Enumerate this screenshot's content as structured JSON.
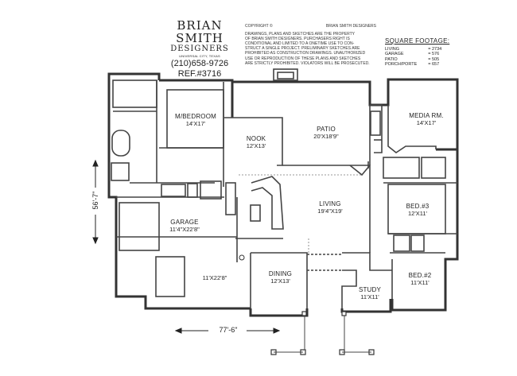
{
  "brand": {
    "name": "BRIAN SMITH",
    "sub": "DESIGNERS",
    "location": "UNIVERSAL CITY, TEXAS",
    "phone": "(210)658-9726",
    "ref": "REF.#3716"
  },
  "copyright": {
    "label": "COPYRIGHT ©",
    "holder": "BRIAN SMITH DESIGNERS",
    "lines": [
      "DRAWINGS, PLANS AND SKETCHES ARE THE PROPERTY",
      "OF BRIAN SMITH DESIGNERS. PURCHASERS RIGHT IS",
      "CONDITIONAL AND LIMITED TO A ONETIME USE TO CON-",
      "STRUCT A SINGLE PROJECT. PRELIMINARY SKETCHES ARE",
      "PROHIBITED AS CONSTRUCTION DRAWINGS. UNAUTHORIZED",
      "USE OR REPRODUCTION OF THESE PLANS AND SKETCHES",
      "ARE STRICTLY PROHIBITED. VIOLATORS WILL BE PROSECUTED."
    ]
  },
  "square_footage": {
    "title": "SQUARE FOOTAGE:",
    "rows": [
      {
        "label": "LIVING",
        "value": "= 2734"
      },
      {
        "label": "GARAGE",
        "value": "= 576"
      },
      {
        "label": "PATIO",
        "value": "= 505"
      },
      {
        "label": "PORCH/PORTE",
        "value": "= 657"
      }
    ]
  },
  "rooms": {
    "master": {
      "name": "M/BEDROOM",
      "size": "14'X17'"
    },
    "nook": {
      "name": "NOOK",
      "size": "12'X13'"
    },
    "patio": {
      "name": "PATIO",
      "size": "20'X18'9\""
    },
    "media": {
      "name": "MEDIA RM.",
      "size": "14'X17'"
    },
    "garage": {
      "name": "GARAGE",
      "size": "11'4\"X22'8\""
    },
    "garage2": {
      "size": "11'X22'8\""
    },
    "living": {
      "name": "LIVING",
      "size": "19'4\"X19'"
    },
    "bed3": {
      "name": "BED.#3",
      "size": "12'X11'"
    },
    "bed2": {
      "name": "BED.#2",
      "size": "11'X11'"
    },
    "dining": {
      "name": "DINING",
      "size": "12'X13'"
    },
    "study": {
      "name": "STUDY",
      "size": "11'X11'"
    }
  },
  "dimensions": {
    "width": "77'-6\"",
    "depth": "56'-7\""
  }
}
